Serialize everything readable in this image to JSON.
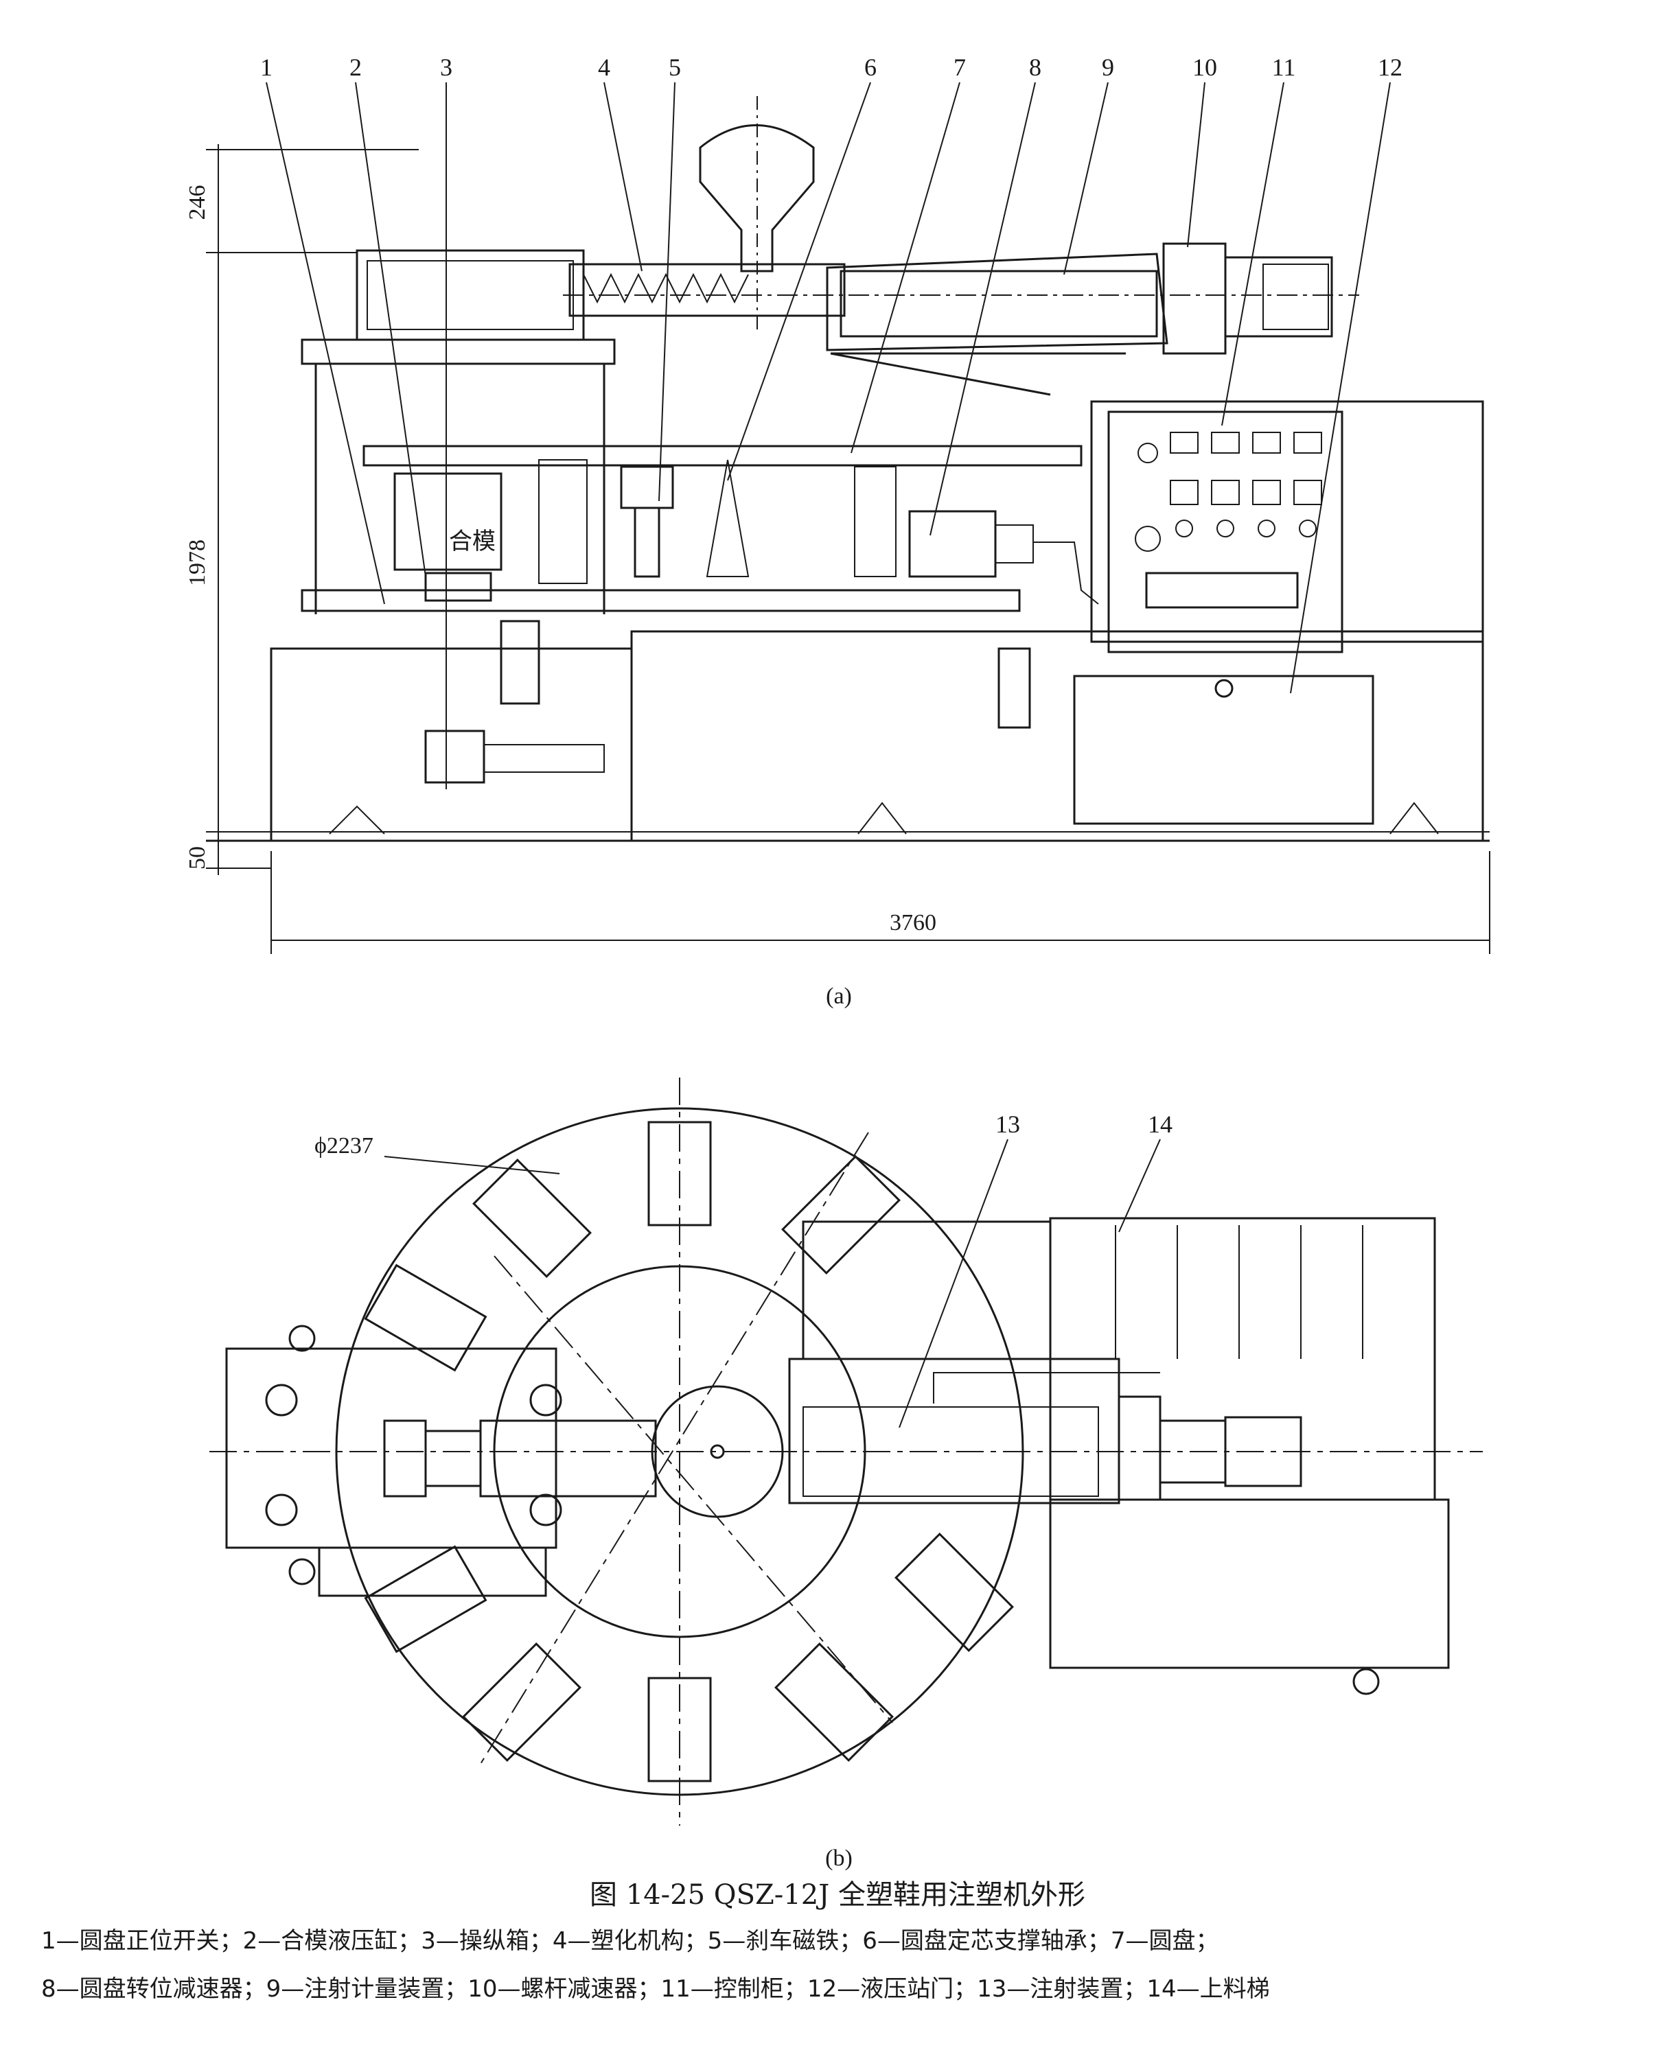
{
  "view_a": {
    "part_numbers": [
      "1",
      "2",
      "3",
      "4",
      "5",
      "6",
      "7",
      "8",
      "9",
      "10",
      "11",
      "12"
    ],
    "dims": {
      "height_top": "246",
      "height_main": "1978",
      "height_base": "50",
      "length": "3760"
    },
    "label_clamp": "合模",
    "sublabel": "(a)"
  },
  "view_b": {
    "part_numbers": [
      "13",
      "14"
    ],
    "diameter": "ϕ2237",
    "sublabel": "(b)"
  },
  "caption": {
    "title": "图 14-25   QSZ-12J 全塑鞋用注塑机外形",
    "legend_line1": [
      "1—圆盘正位开关；",
      "2—合模液压缸；",
      "3—操纵箱；",
      "4—塑化机构；",
      "5—刹车磁铁；",
      "6—圆盘定芯支撑轴承；",
      "7—圆盘；"
    ],
    "legend_line2": [
      "8—圆盘转位减速器；",
      "9—注射计量装置；",
      "10—螺杆减速器；",
      "11—控制柜；",
      "12—液压站门；",
      "13—注射装置；",
      "14—上料梯"
    ]
  },
  "colors": {
    "ink": "#1a1a1a",
    "paper": "#ffffff"
  }
}
